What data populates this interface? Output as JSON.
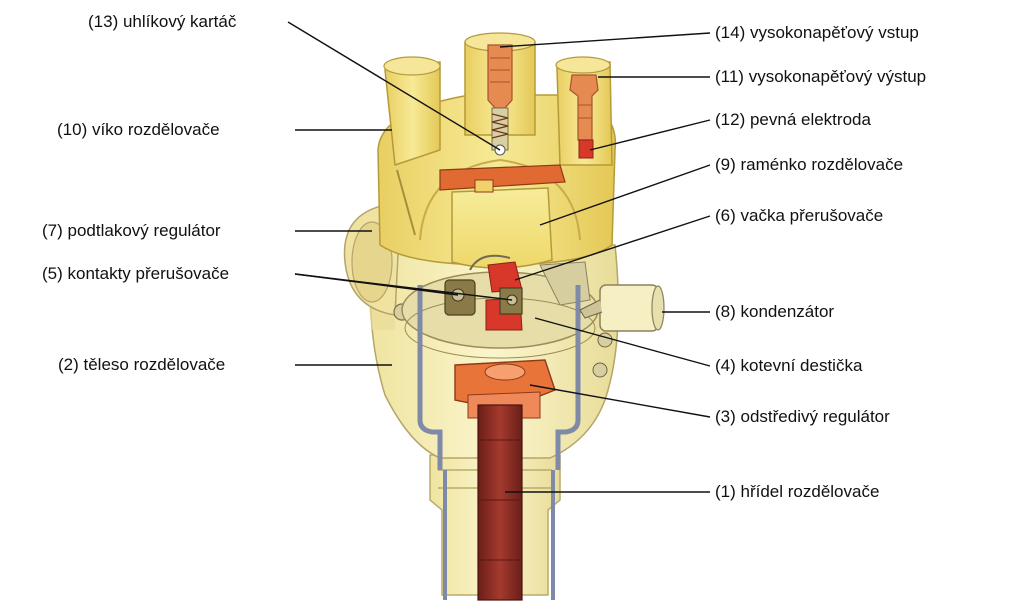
{
  "diagram": {
    "labels": {
      "l13": "(13) uhlíkový kartáč",
      "l10": "(10) víko rozdělovače",
      "l7": "(7) podtlakový regulátor",
      "l5": "(5) kontakty přerušovače",
      "l2": "(2) těleso rozdělovače",
      "l14": "(14) vysokonapěťový vstup",
      "l11": "(11) vysokonapěťový výstup",
      "l12": "(12) pevná elektroda",
      "l9": "(9) raménko rozdělovače",
      "l6": "(6) vačka přerušovače",
      "l8": "(8) kondenzátor",
      "l4": "(4) kotevní destička",
      "l3": "(3) odstředivý regulátor",
      "l1": "(1) hřídel rozdělovače"
    },
    "colors": {
      "cap": "#f3e07a",
      "body": "#f6efb0",
      "orange": "#e8743a",
      "shaft": "#8c2e25",
      "steel": "#7f8aa8",
      "brass": "#8a7a48",
      "red": "#d8382a"
    }
  }
}
